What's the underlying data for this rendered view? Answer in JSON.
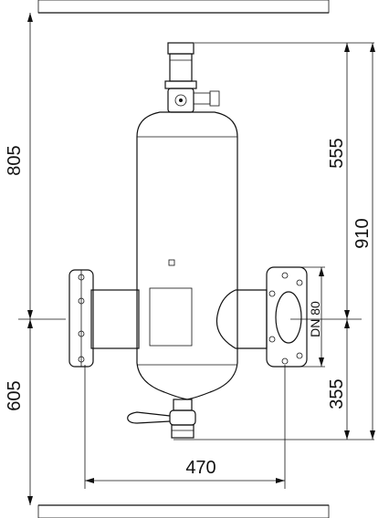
{
  "dimensions": {
    "height_upper": "805",
    "height_lower": "605",
    "top_to_axis": "555",
    "total_height": "910",
    "axis_to_bottom": "355",
    "flange_span": "470",
    "nominal_size": "DN 80"
  },
  "colors": {
    "line": "#111111",
    "background": "#ffffff"
  }
}
